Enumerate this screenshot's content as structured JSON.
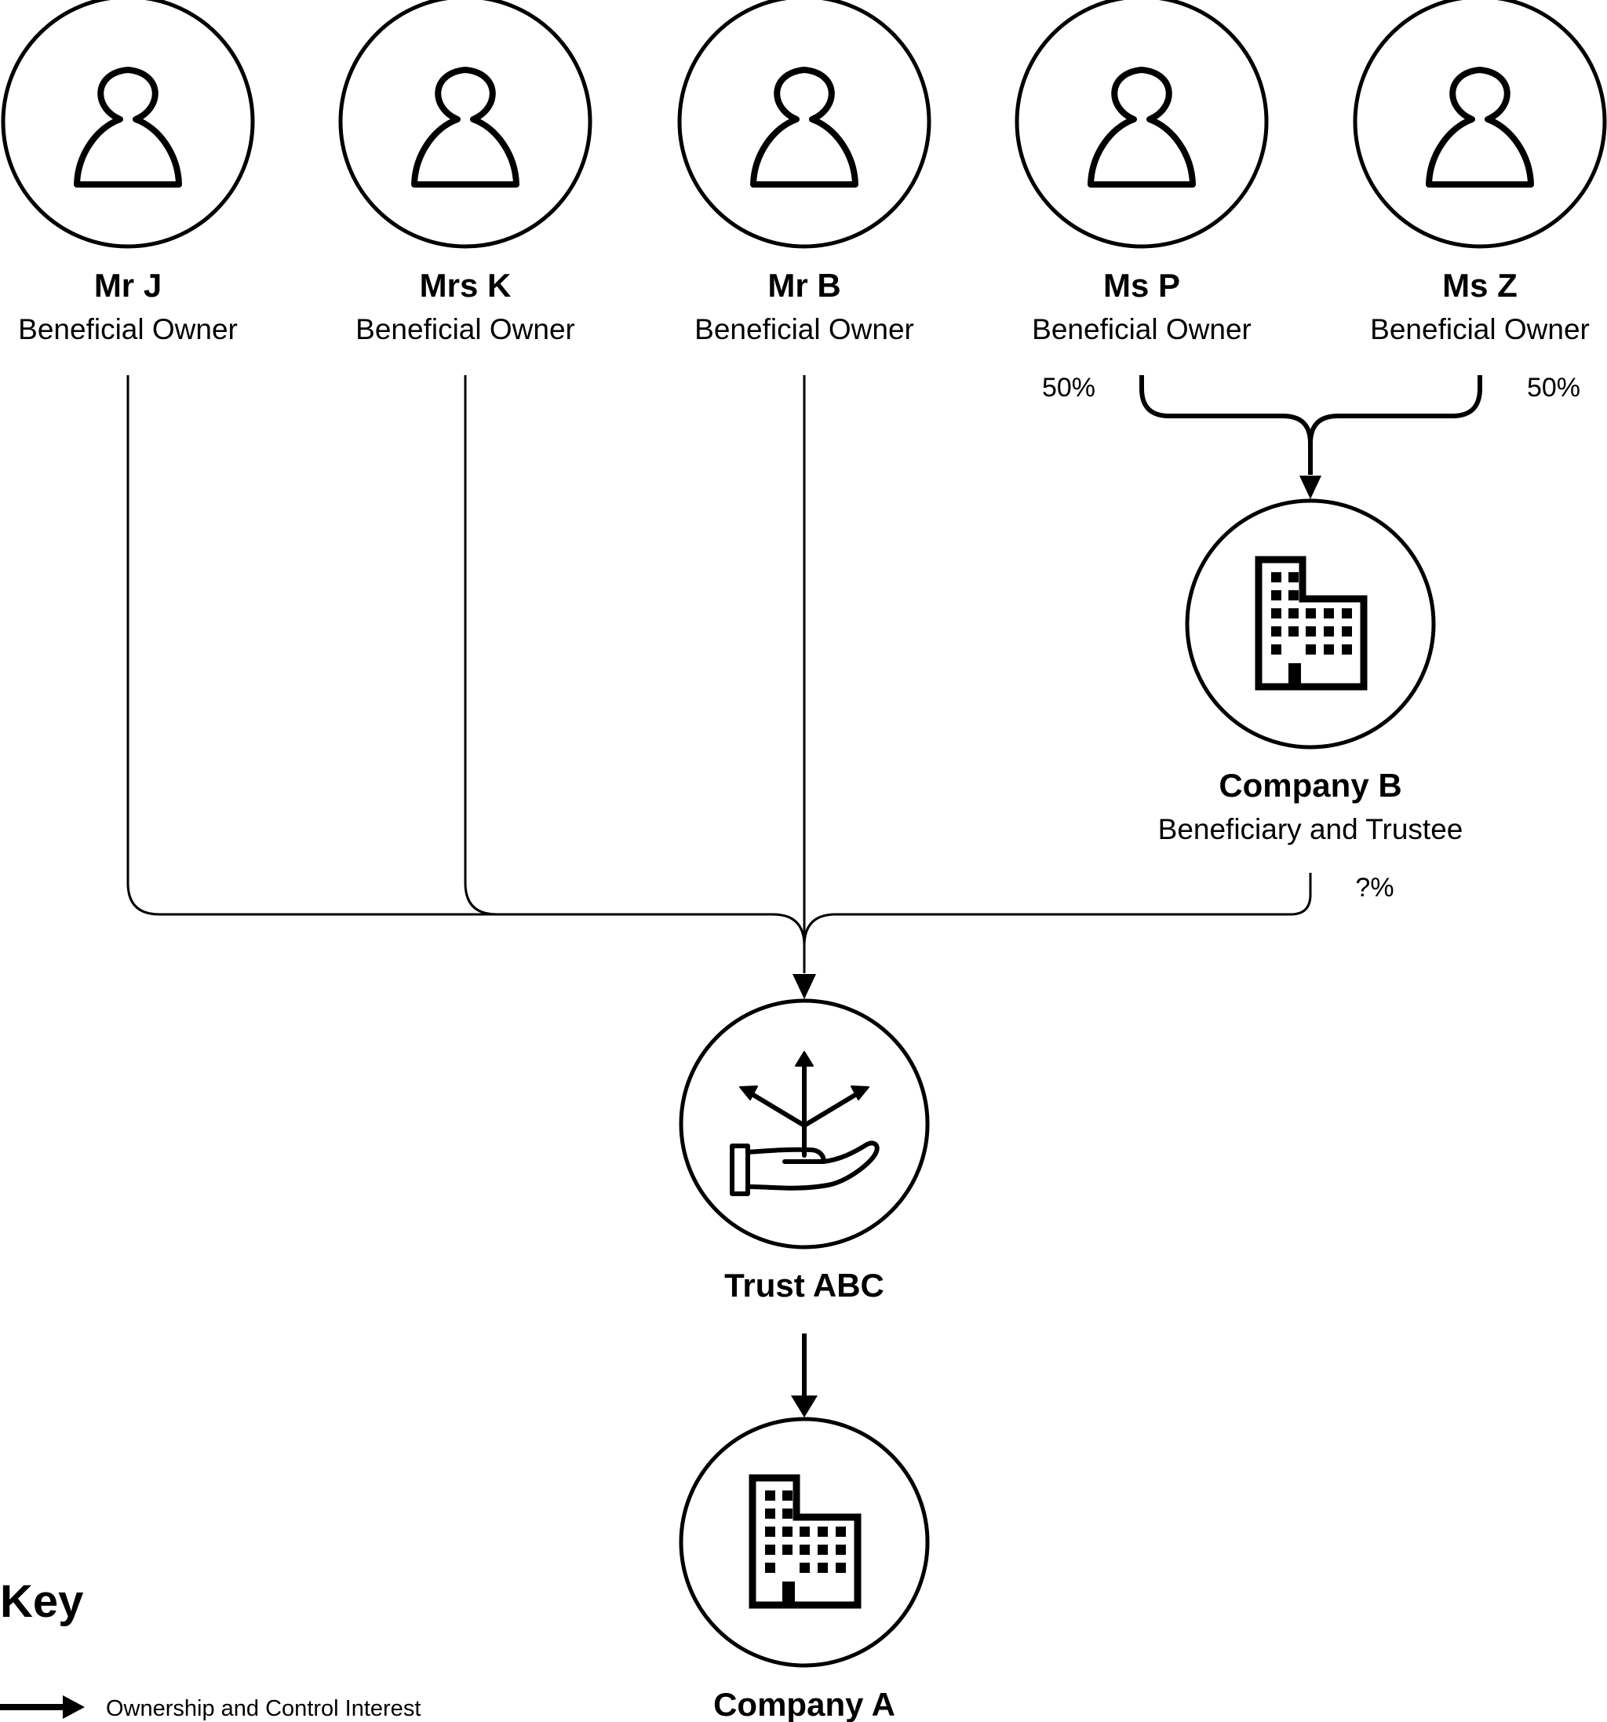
{
  "owners": [
    {
      "name": "Mr J",
      "role": "Beneficial Owner",
      "icon": "person-icon"
    },
    {
      "name": "Mrs K",
      "role": "Beneficial Owner",
      "icon": "person-icon"
    },
    {
      "name": "Mr B",
      "role": "Beneficial Owner",
      "icon": "person-icon"
    },
    {
      "name": "Ms P",
      "role": "Beneficial Owner",
      "icon": "person-icon"
    },
    {
      "name": "Ms Z",
      "role": "Beneficial Owner",
      "icon": "person-icon"
    }
  ],
  "ownership": {
    "ms_p_pct": "50%",
    "ms_z_pct": "50%",
    "company_b_pct": "?%"
  },
  "company_b": {
    "name": "Company B",
    "role": "Beneficiary and Trustee",
    "icon": "building-icon"
  },
  "trust": {
    "name": "Trust ABC",
    "icon": "trust-hand-icon"
  },
  "company_a": {
    "name": "Company A",
    "icon": "building-icon"
  },
  "key": {
    "title": "Key",
    "arrow_label": "Ownership and Control Interest"
  }
}
